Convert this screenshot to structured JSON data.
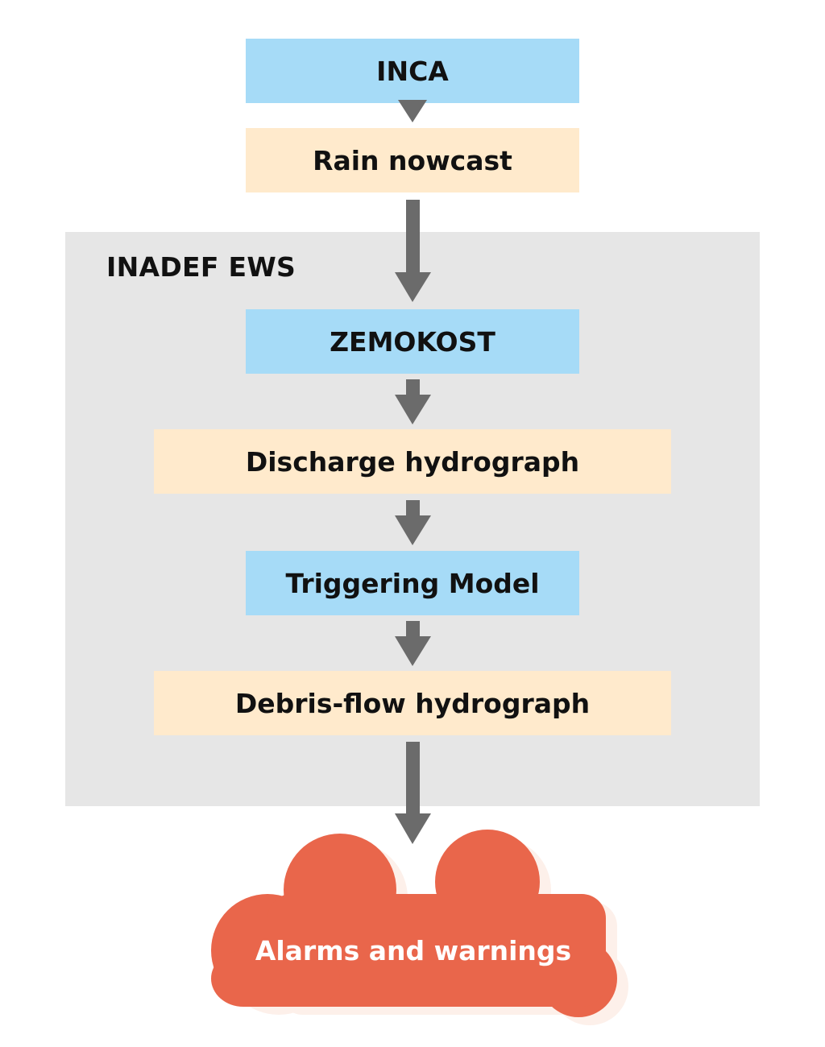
{
  "group": {
    "label": "INADEF EWS"
  },
  "nodes": {
    "inca": "INCA",
    "rain_nowcast": "Rain nowcast",
    "zemokost": "ZEMOKOST",
    "discharge_hydrograph": "Discharge hydrograph",
    "triggering_model": "Triggering Model",
    "debris_flow_hydrograph": "Debris-flow hydrograph",
    "alarms_and_warnings": "Alarms and warnings"
  },
  "colors": {
    "model_box": "#a6dbf7",
    "product_box": "#ffeacc",
    "group_background": "#e6e6e6",
    "arrow": "#6b6b6b",
    "cloud": "#e9664b",
    "cloud_shadow": "#fdf0ea"
  }
}
